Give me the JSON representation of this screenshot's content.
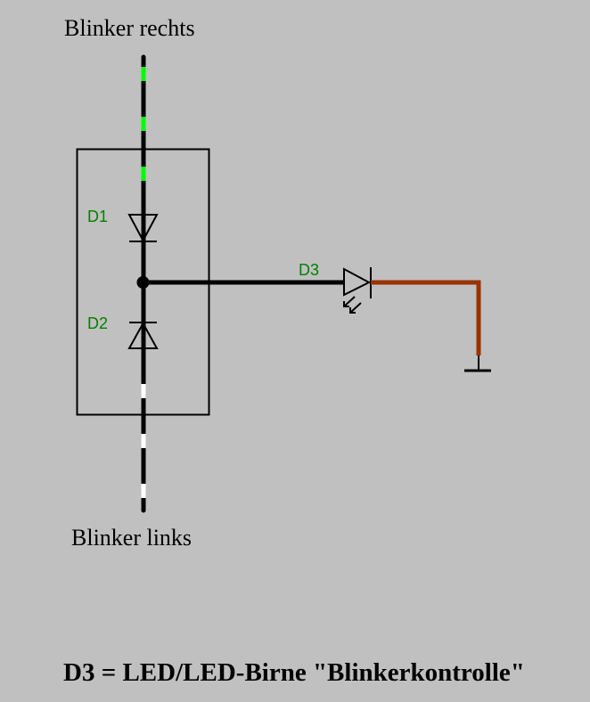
{
  "diagram": {
    "type": "circuit-schematic",
    "labels": {
      "top_input": "Blinker rechts",
      "bottom_input": "Blinker links",
      "d1": "D1",
      "d2": "D2",
      "d3": "D3",
      "caption": "D3 = LED/LED-Birne \"Blinkerkontrolle\""
    },
    "components": [
      {
        "id": "D1",
        "kind": "diode",
        "orientation": "down"
      },
      {
        "id": "D2",
        "kind": "diode",
        "orientation": "up"
      },
      {
        "id": "D3",
        "kind": "led",
        "orientation": "right"
      },
      {
        "id": "GND",
        "kind": "ground"
      }
    ],
    "wires": [
      {
        "from": "Blinker rechts",
        "to": "D1",
        "style": "dashed",
        "dash_color": "#00ff00"
      },
      {
        "from": "D1",
        "to": "junction",
        "style": "solid"
      },
      {
        "from": "junction",
        "to": "D2",
        "style": "solid"
      },
      {
        "from": "D2",
        "to": "Blinker links",
        "style": "dashed",
        "dash_color": "#ffffff"
      },
      {
        "from": "junction",
        "to": "D3",
        "style": "solid"
      },
      {
        "from": "D3",
        "to": "GND",
        "style": "solid",
        "color": "#993300"
      }
    ],
    "colors": {
      "background": "#c0c0c0",
      "wire": "#000000",
      "label_green": "#008000",
      "right_signal": "#00ff00",
      "left_signal": "#ffffff",
      "ground_wire": "#993300"
    }
  }
}
